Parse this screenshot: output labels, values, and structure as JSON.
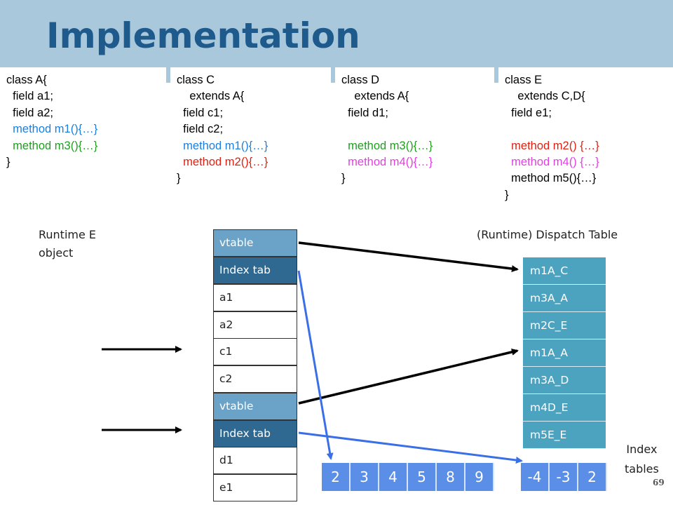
{
  "slide": {
    "title": "Implementation",
    "page_number": "69"
  },
  "colors": {
    "header": "#a9c8dc",
    "title": "#1e5a8c",
    "blue": "#1a7fe0",
    "green": "#1f9e1f",
    "red": "#e02010",
    "magenta": "#e040e0"
  },
  "code": {
    "class_a": [
      {
        "text": "class A{",
        "color": "black"
      },
      {
        "text": "  field a1;",
        "color": "black"
      },
      {
        "text": "  field a2;",
        "color": "black"
      },
      {
        "text": "  method m1(){…}",
        "color": "blue"
      },
      {
        "text": "  method m3(){…}",
        "color": "green"
      },
      {
        "text": "}",
        "color": "black"
      }
    ],
    "class_c": [
      {
        "text": "class C",
        "color": "black"
      },
      {
        "text": "    extends A{",
        "color": "black"
      },
      {
        "text": "  field c1;",
        "color": "black"
      },
      {
        "text": "  field c2;",
        "color": "black"
      },
      {
        "text": "  method m1(){…}",
        "color": "blue"
      },
      {
        "text": "  method m2(){…}",
        "color": "red"
      },
      {
        "text": "}",
        "color": "black"
      }
    ],
    "class_d": [
      {
        "text": "class D",
        "color": "black"
      },
      {
        "text": "    extends A{",
        "color": "black"
      },
      {
        "text": "  field d1;",
        "color": "black"
      },
      {
        "text": "",
        "color": "black"
      },
      {
        "text": "  method m3(){…}",
        "color": "green"
      },
      {
        "text": "  method m4(){…}",
        "color": "magenta"
      },
      {
        "text": "}",
        "color": "black"
      }
    ],
    "class_e": [
      {
        "text": "class E",
        "color": "black"
      },
      {
        "text": "    extends C,D{",
        "color": "black"
      },
      {
        "text": "  field e1;",
        "color": "black"
      },
      {
        "text": "",
        "color": "black"
      },
      {
        "text": "  method m2() {…}",
        "color": "red"
      },
      {
        "text": "  method m4() {…}",
        "color": "magenta"
      },
      {
        "text": "  method m5(){…}",
        "color": "black"
      },
      {
        "text": "}",
        "color": "black"
      }
    ]
  },
  "labels": {
    "runtime_object_line1": "Runtime E",
    "runtime_object_line2": "object",
    "dispatch_table": "(Runtime) Dispatch Table",
    "index_tables_line1": "Index",
    "index_tables_line2": "tables"
  },
  "runtime_object": [
    {
      "label": "vtable",
      "kind": "vtable"
    },
    {
      "label": "Index tab",
      "kind": "index"
    },
    {
      "label": "a1",
      "kind": "field"
    },
    {
      "label": "a2",
      "kind": "field"
    },
    {
      "label": "c1",
      "kind": "field"
    },
    {
      "label": "c2",
      "kind": "field"
    },
    {
      "label": "vtable",
      "kind": "vtable"
    },
    {
      "label": "Index tab",
      "kind": "index"
    },
    {
      "label": "d1",
      "kind": "field"
    },
    {
      "label": "e1",
      "kind": "field"
    }
  ],
  "dispatch_table": [
    "m1A_C",
    "m3A_A",
    "m2C_E",
    "m1A_A",
    "m3A_D",
    "m4D_E",
    "m5E_E"
  ],
  "index_table_1": [
    "2",
    "3",
    "4",
    "5",
    "8",
    "9"
  ],
  "index_table_2": [
    "-4",
    "-3",
    "2"
  ]
}
